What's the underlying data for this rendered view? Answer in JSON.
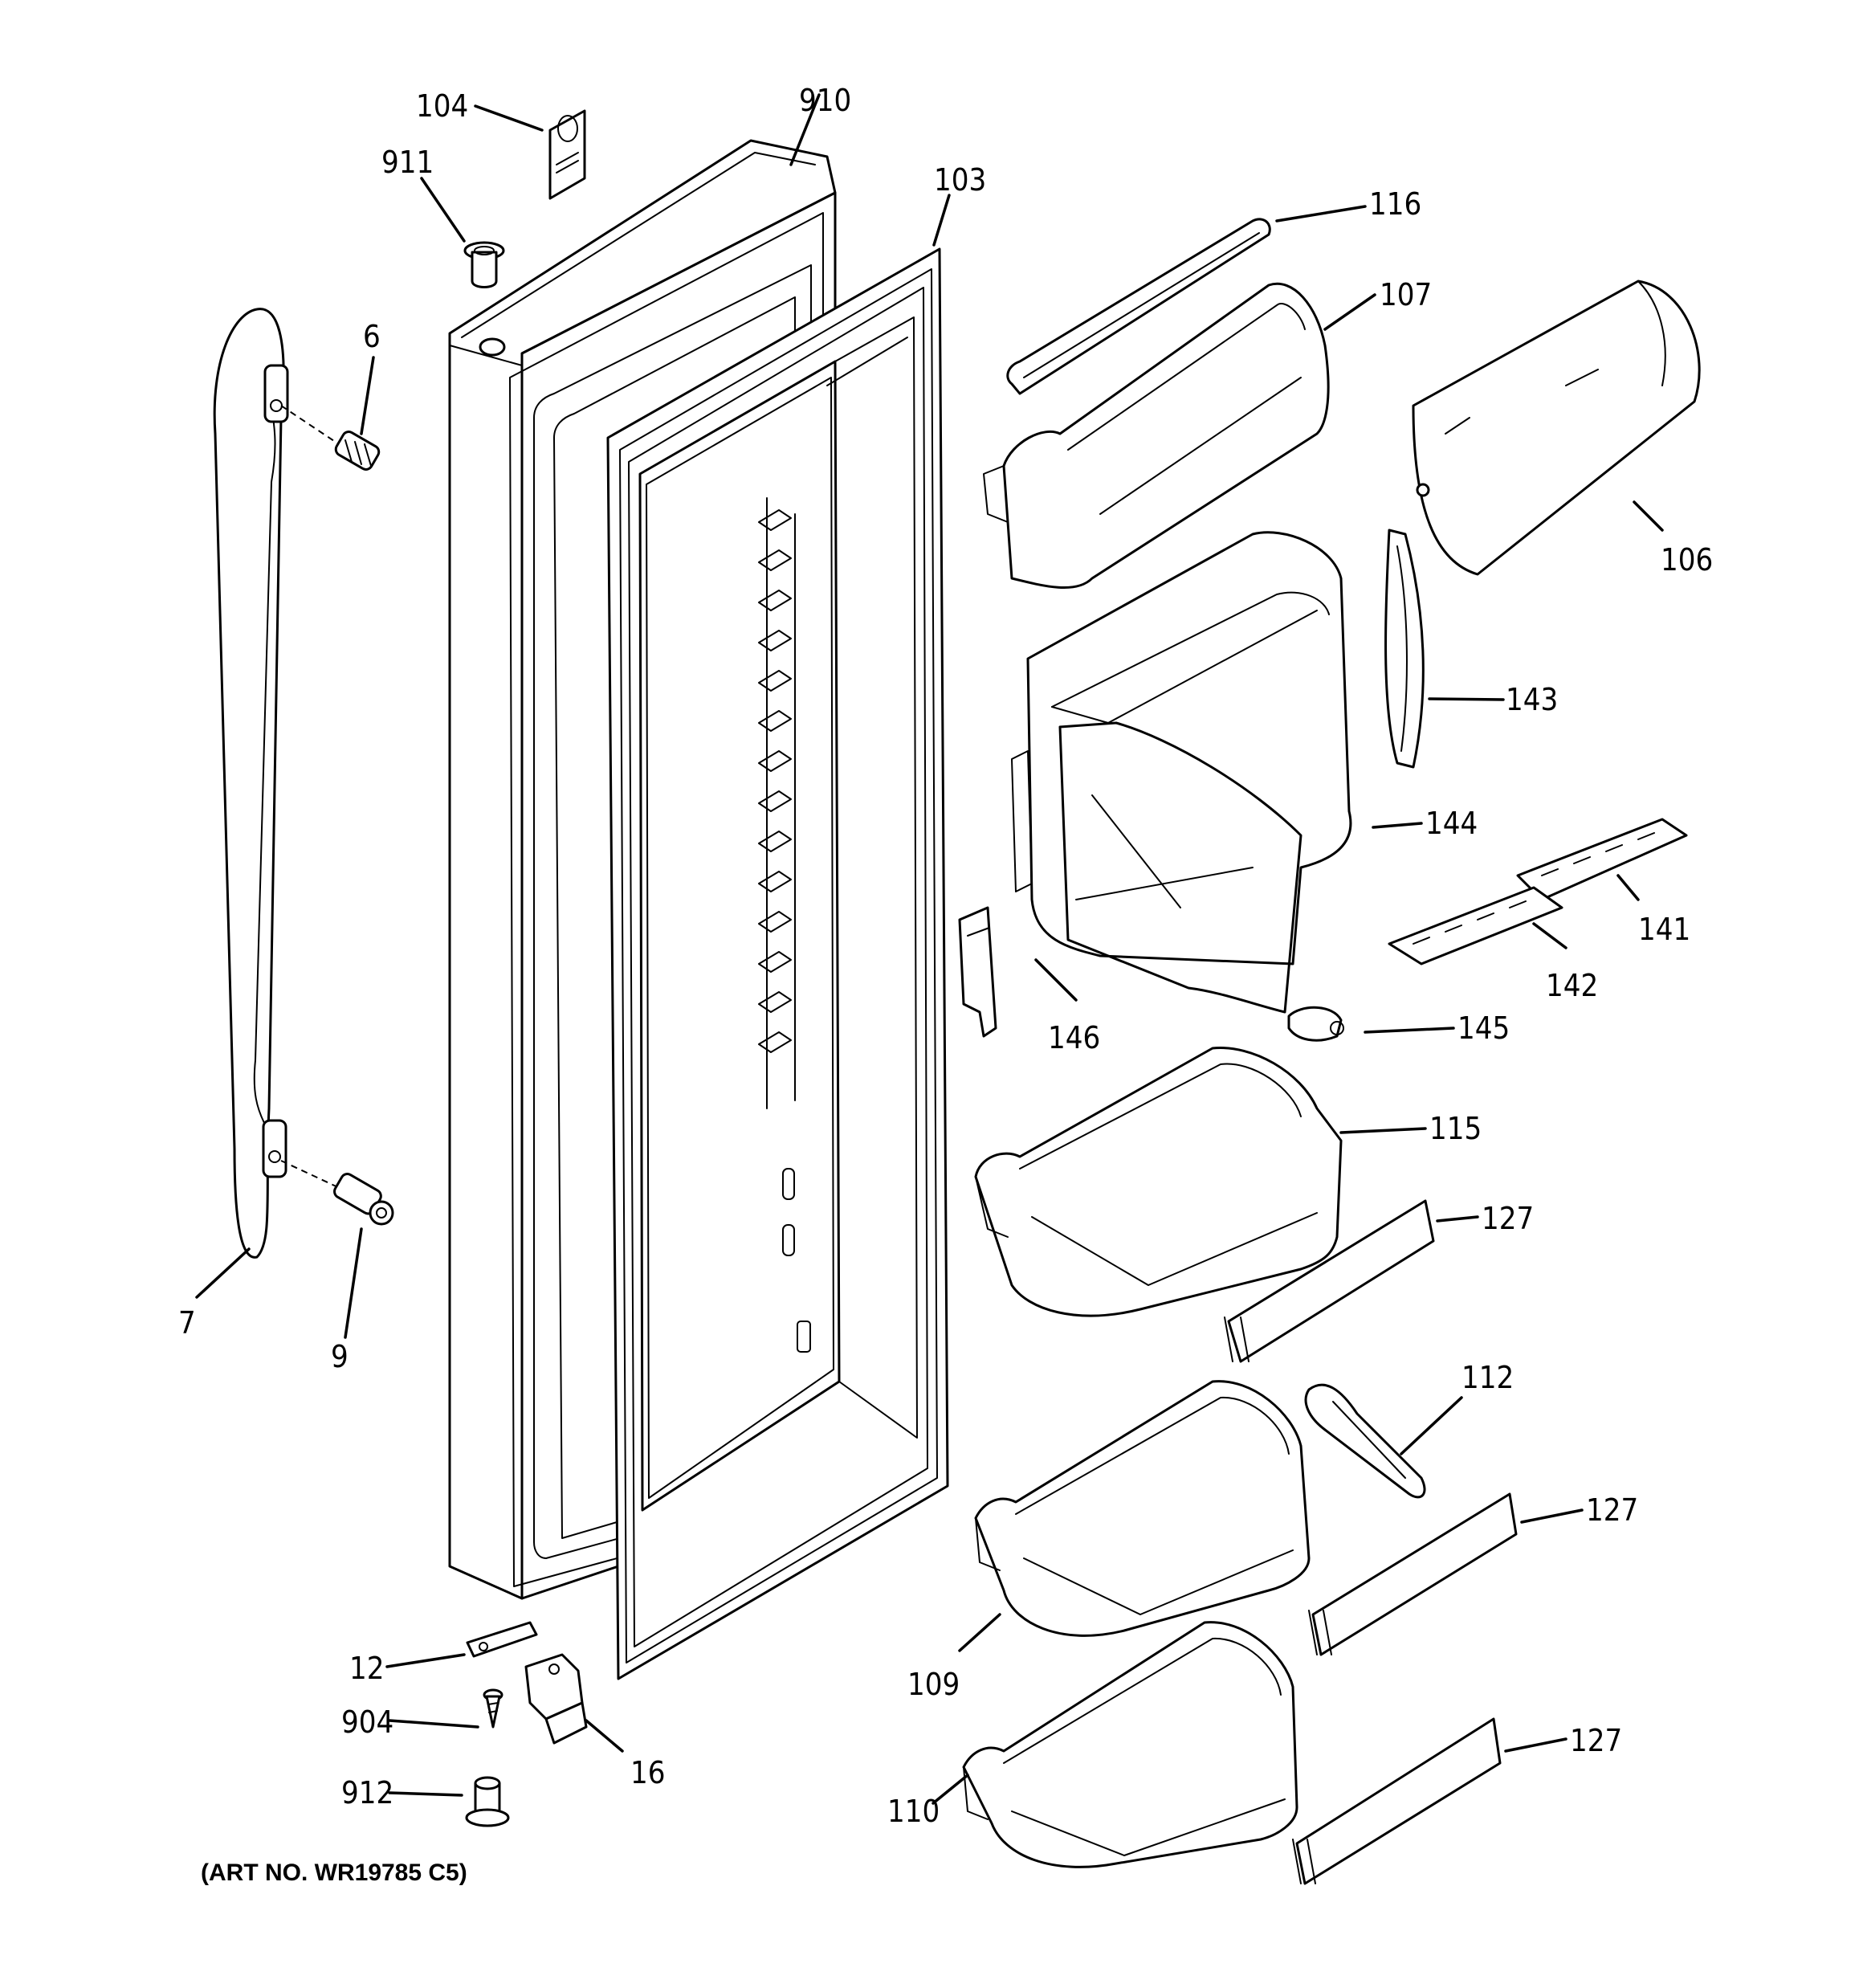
{
  "caption": "(ART NO. WR19785 C5)",
  "labels": {
    "l104": "104",
    "l910": "910",
    "l911": "911",
    "l103": "103",
    "l116": "116",
    "l107": "107",
    "l6": "6",
    "l106": "106",
    "l143": "143",
    "l144": "144",
    "l141": "141",
    "l142": "142",
    "l146": "146",
    "l145": "145",
    "l115": "115",
    "l127a": "127",
    "l7": "7",
    "l9": "9",
    "l112": "112",
    "l127b": "127",
    "l109": "109",
    "l12": "12",
    "l904": "904",
    "l16": "16",
    "l127c": "127",
    "l110": "110",
    "l912": "912"
  }
}
